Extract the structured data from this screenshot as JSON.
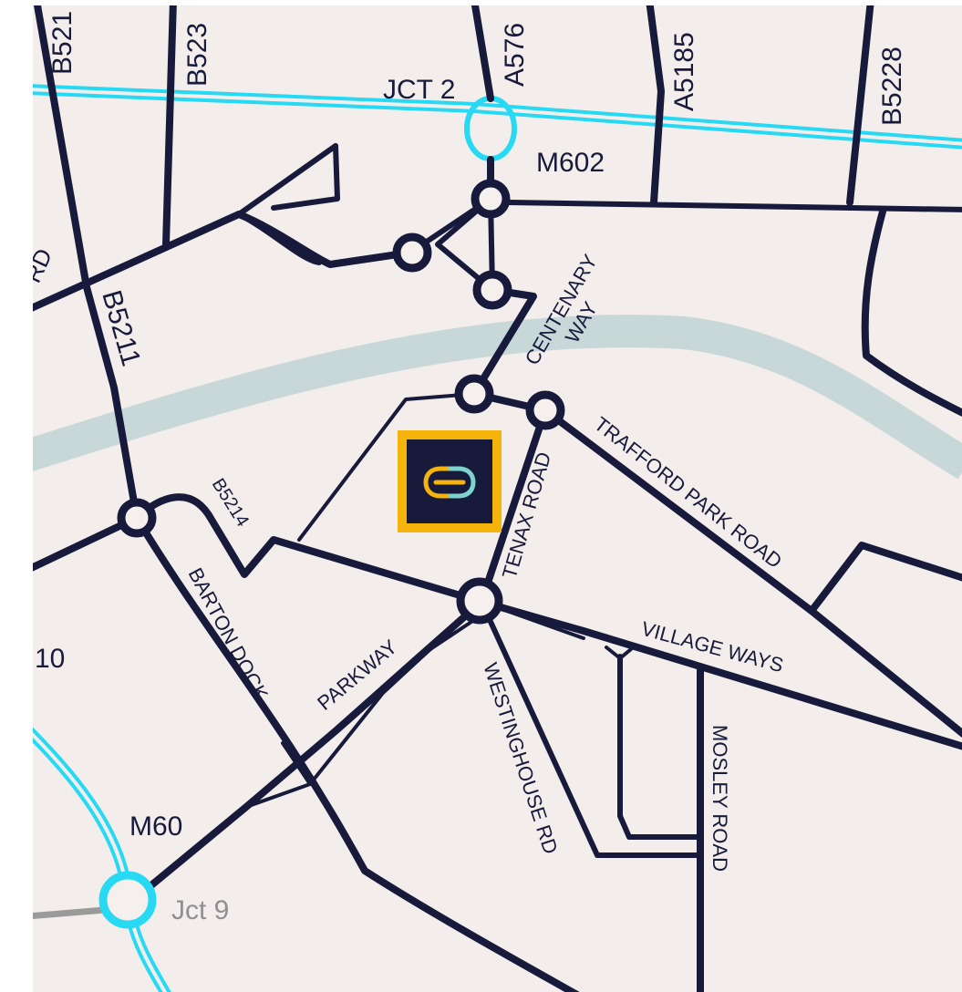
{
  "colors": {
    "background": "#f3eeec",
    "road": "#171a3a",
    "motorway": "#27d9f2",
    "river": "#c8d7d8",
    "marker_fill": "#171a3a",
    "marker_border": "#f4b40c",
    "marker_icon_left": "#f4b40c",
    "marker_icon_right": "#7fd3cf",
    "grey_road": "#9a9a9a"
  },
  "labels": {
    "b521": "B521",
    "b523": "B523",
    "a576": "A576",
    "a5185": "A5185",
    "b5228": "B5228",
    "jct2": "JCT 2",
    "m602": "M602",
    "rd_partial": "RD",
    "b5211": "B5211",
    "centenary_way_1": "CENTENARY",
    "centenary_way_2": "WAY",
    "trafford_park_road": "TRAFFORD PARK ROAD",
    "tenax_road": "TENAX ROAD",
    "b5214": "B5214",
    "barton_dock": "BARTON DOCK",
    "parkway": "PARKWAY",
    "village_ways": "VILLAGE WAYS",
    "westinghouse_rd": "WESTINGHOUSE RD",
    "mosley_road": "MOSLEY ROAD",
    "jct10_partial": "10",
    "m60": "M60",
    "jct9": "Jct 9"
  },
  "icons": {
    "location_marker": "link-logo-icon"
  }
}
